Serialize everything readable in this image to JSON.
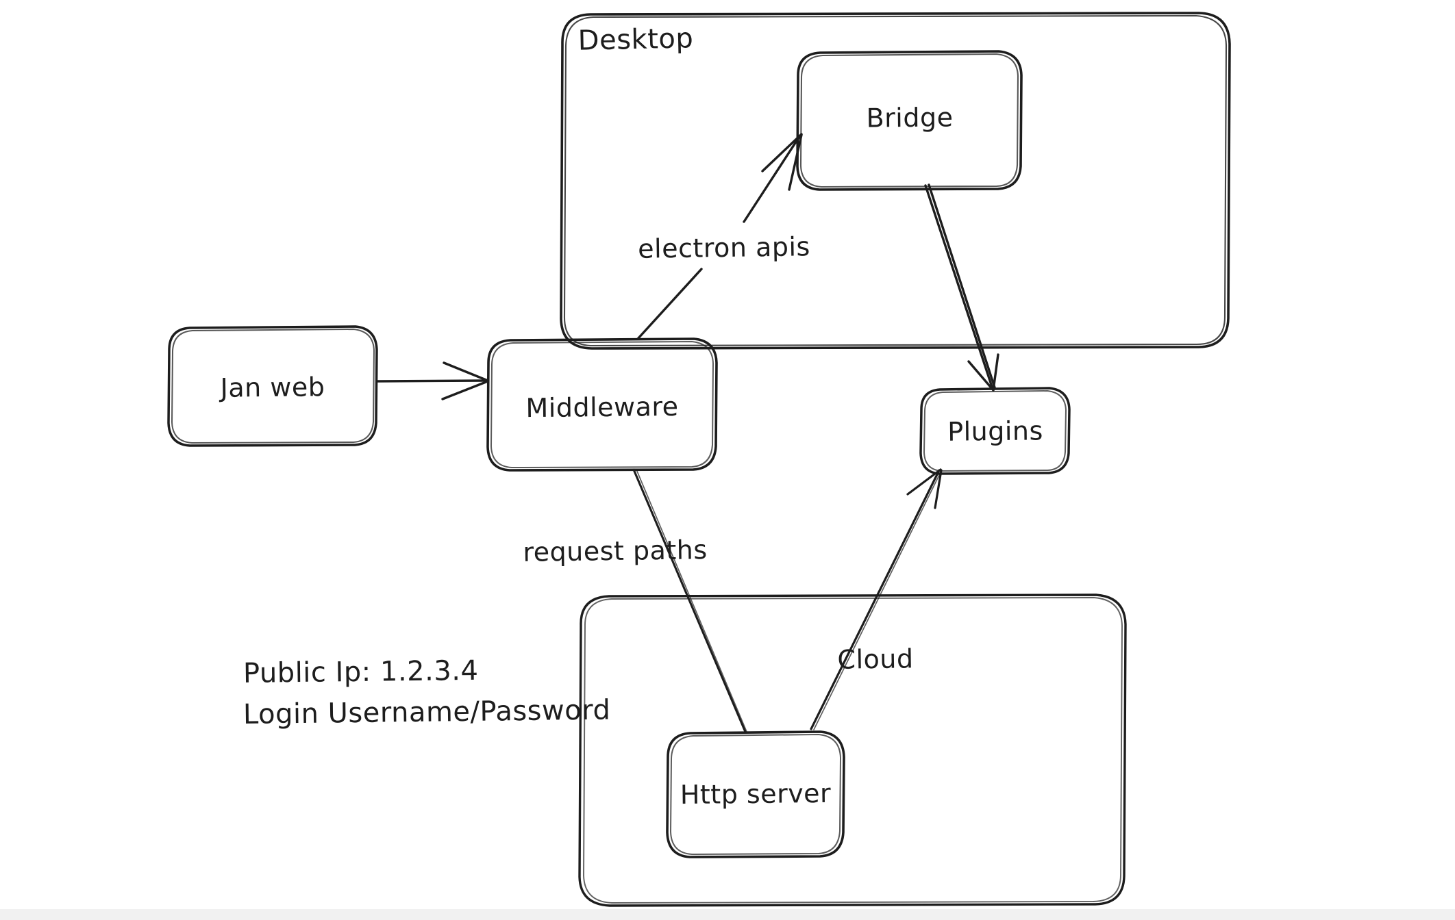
{
  "diagram": {
    "title": "Jan architecture diagram",
    "style": "hand-drawn whiteboard sketch",
    "background_color": "#ffffff",
    "stroke_color": "#1d1d1d",
    "containers": [
      {
        "id": "desktop",
        "label": "Desktop"
      },
      {
        "id": "cloud",
        "label": ""
      }
    ],
    "nodes": [
      {
        "id": "jan-web",
        "label": "Jan web"
      },
      {
        "id": "middleware",
        "label": "Middleware"
      },
      {
        "id": "bridge",
        "label": "Bridge"
      },
      {
        "id": "plugins",
        "label": "Plugins"
      },
      {
        "id": "http-server",
        "label": "Http server"
      }
    ],
    "edges": [
      {
        "id": "janweb-middleware",
        "from": "Jan web",
        "to": "Middleware",
        "label": "",
        "arrow": true
      },
      {
        "id": "middleware-bridge",
        "from": "Middleware",
        "to": "Bridge",
        "label": "electron apis",
        "arrow": true
      },
      {
        "id": "bridge-plugins",
        "from": "Bridge",
        "to": "Plugins",
        "label": "",
        "arrow": true
      },
      {
        "id": "middleware-httpserver",
        "from": "Middleware",
        "to": "Http server",
        "label": "request paths",
        "arrow": false
      },
      {
        "id": "httpserver-plugins",
        "from": "Http server",
        "to": "Plugins",
        "label": "Cloud",
        "arrow": true
      }
    ],
    "notes": {
      "public_ip_line": "Public Ip: 1.2.3.4",
      "login_line": "Login Username/Password"
    }
  }
}
